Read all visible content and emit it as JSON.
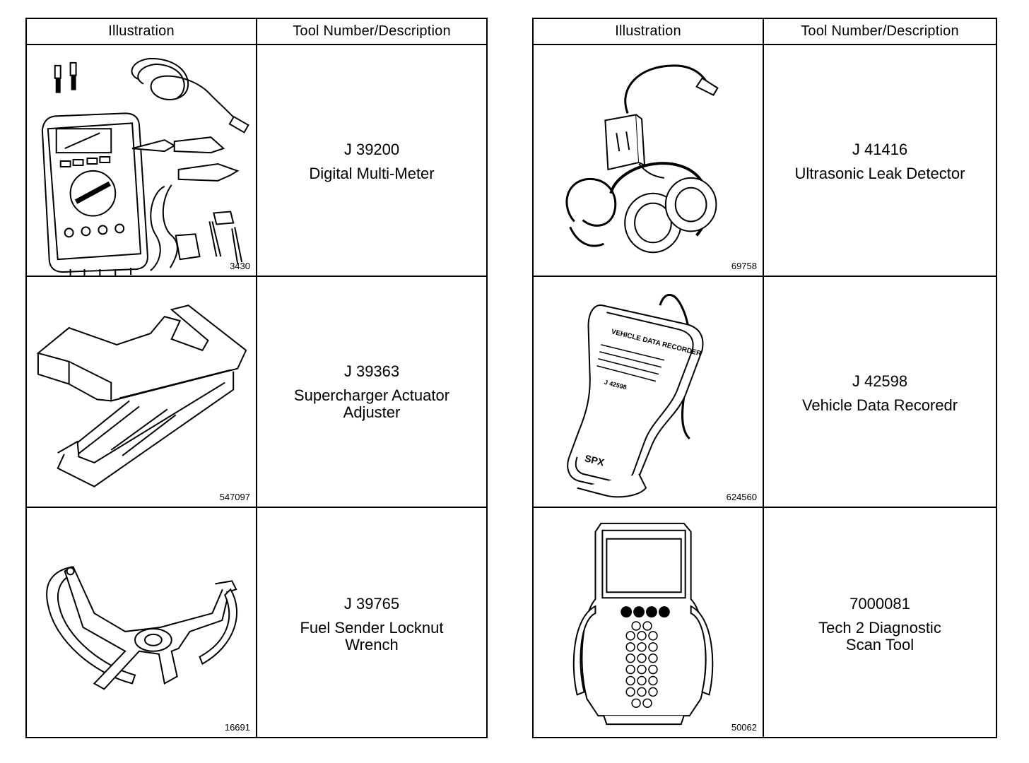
{
  "headers": {
    "illustration": "Illustration",
    "tool": "Tool Number/Description"
  },
  "left_table": [
    {
      "figure": "3430",
      "number": "J 39200",
      "name": "Digital Multi-Meter",
      "icon": "multimeter-icon"
    },
    {
      "figure": "547097",
      "number": "J 39363",
      "name": "Supercharger Actuator\nAdjuster",
      "icon": "actuator-adjuster-icon"
    },
    {
      "figure": "16691",
      "number": "J 39765",
      "name": "Fuel Sender Locknut\nWrench",
      "icon": "locknut-wrench-icon"
    }
  ],
  "right_table": [
    {
      "figure": "69758",
      "number": "J 41416",
      "name": "Ultrasonic Leak Detector",
      "icon": "leak-detector-icon"
    },
    {
      "figure": "624560",
      "number": "J 42598",
      "name": "Vehicle Data Recoredr",
      "icon": "data-recorder-icon",
      "device_label": "VEHICLE DATA RECORDER",
      "device_model": "J 42598",
      "device_brand": "SPX"
    },
    {
      "figure": "50062",
      "number": "7000081",
      "name": "Tech 2 Diagnostic\nScan Tool",
      "icon": "scan-tool-icon"
    }
  ]
}
